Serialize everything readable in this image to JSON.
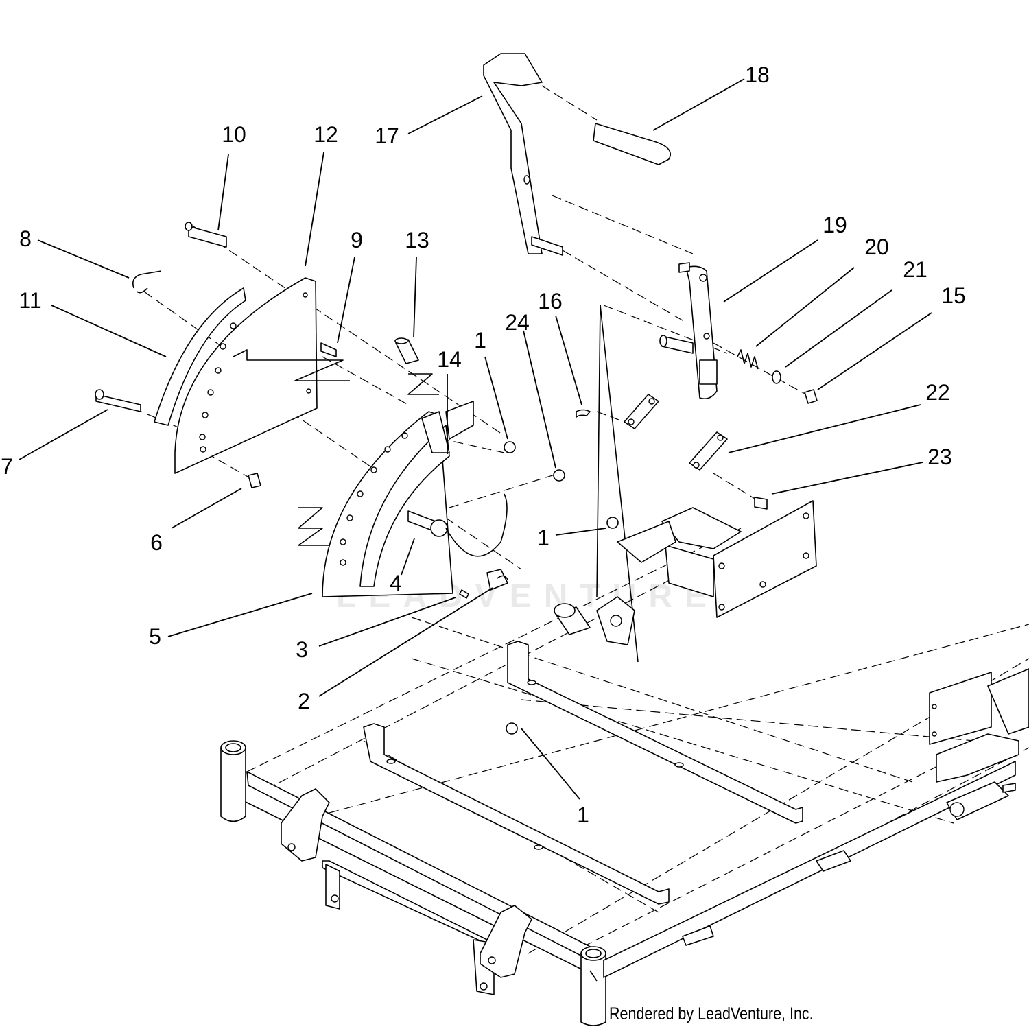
{
  "callouts": [
    {
      "id": "1a",
      "label": "1"
    },
    {
      "id": "1b",
      "label": "1"
    },
    {
      "id": "1c",
      "label": "1"
    },
    {
      "id": "2",
      "label": "2"
    },
    {
      "id": "3",
      "label": "3"
    },
    {
      "id": "4",
      "label": "4"
    },
    {
      "id": "5",
      "label": "5"
    },
    {
      "id": "6",
      "label": "6"
    },
    {
      "id": "7",
      "label": "7"
    },
    {
      "id": "8",
      "label": "8"
    },
    {
      "id": "9",
      "label": "9"
    },
    {
      "id": "10",
      "label": "10"
    },
    {
      "id": "11",
      "label": "11"
    },
    {
      "id": "12",
      "label": "12"
    },
    {
      "id": "13",
      "label": "13"
    },
    {
      "id": "14",
      "label": "14"
    },
    {
      "id": "15",
      "label": "15"
    },
    {
      "id": "16",
      "label": "16"
    },
    {
      "id": "17",
      "label": "17"
    },
    {
      "id": "18",
      "label": "18"
    },
    {
      "id": "19",
      "label": "19"
    },
    {
      "id": "20",
      "label": "20"
    },
    {
      "id": "21",
      "label": "21"
    },
    {
      "id": "22",
      "label": "22"
    },
    {
      "id": "23",
      "label": "23"
    },
    {
      "id": "24",
      "label": "24"
    }
  ],
  "watermark": "LEADVENTURE",
  "credit": "Rendered by LeadVenture, Inc."
}
